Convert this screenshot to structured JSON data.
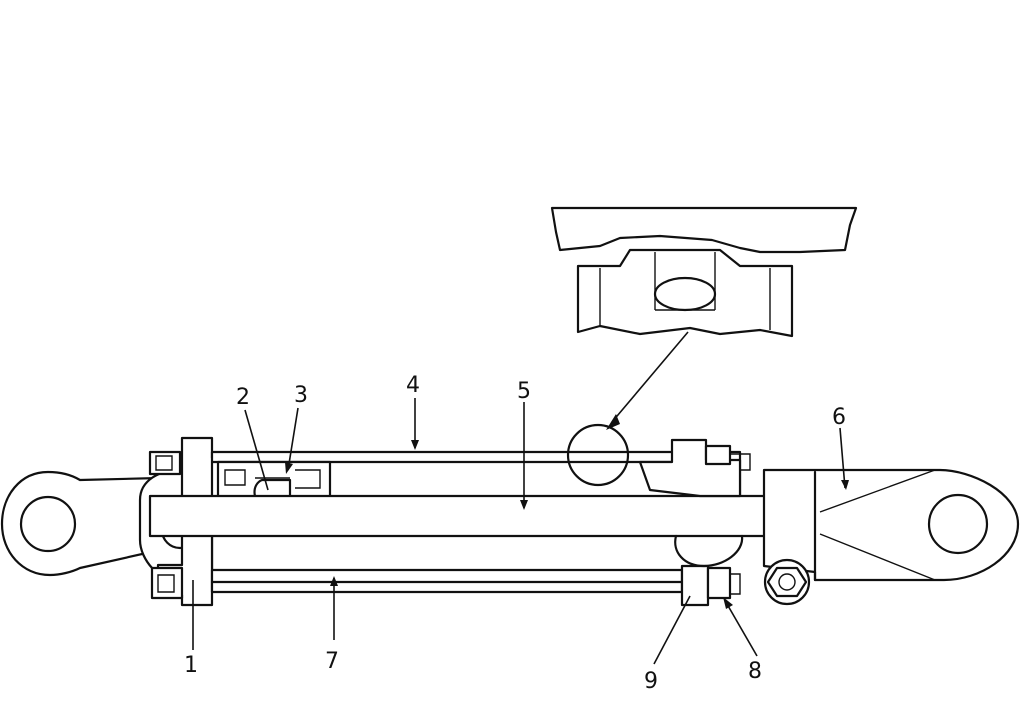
{
  "callouts": [
    {
      "id": "c1",
      "text": "1"
    },
    {
      "id": "c2",
      "text": "2"
    },
    {
      "id": "c3",
      "text": "3"
    },
    {
      "id": "c4",
      "text": "4"
    },
    {
      "id": "c5",
      "text": "5"
    },
    {
      "id": "c6",
      "text": "6"
    },
    {
      "id": "c7",
      "text": "7"
    },
    {
      "id": "c8",
      "text": "8"
    },
    {
      "id": "c9",
      "text": "9"
    }
  ],
  "colors": {
    "line": "#111111",
    "background": "#ffffff"
  }
}
